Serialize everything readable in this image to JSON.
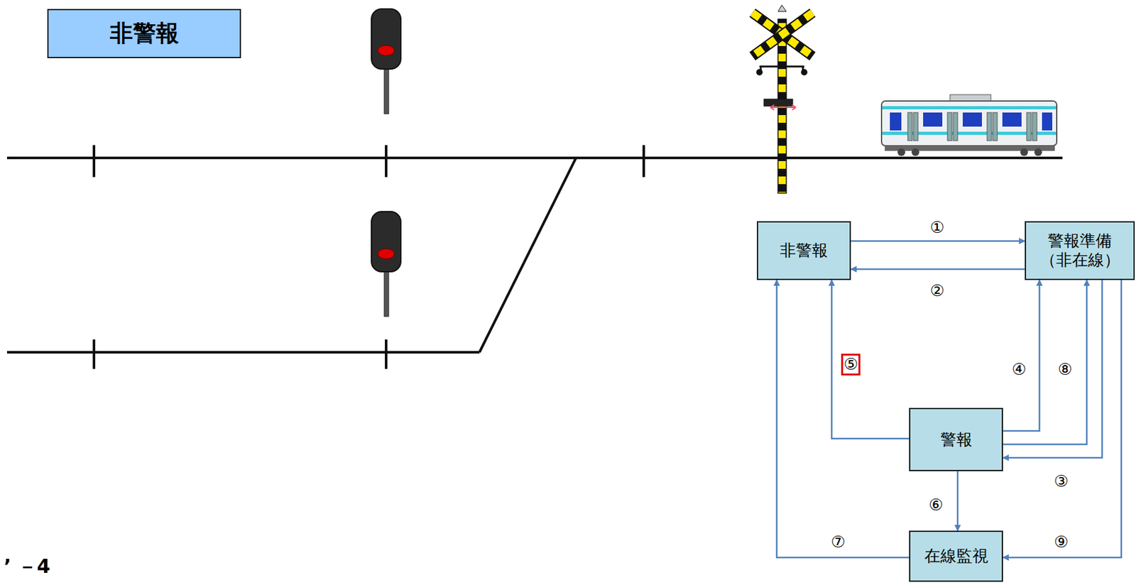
{
  "diagram": {
    "title": "非警報",
    "nodes": [
      {
        "text": [
          "非警報"
        ]
      },
      {
        "text": [
          "警報準備 （非在線）"
        ]
      },
      {
        "text": [
          "警報"
        ]
      },
      {
        "text": [
          "在線監視"
        ]
      }
    ],
    "edges": [
      {
        "from": 0,
        "to": 1,
        "arrow": "to",
        "label": "①"
      },
      {
        "from": 1,
        "to": 0,
        "arrow": "to",
        "label": "②"
      },
      {
        "from": 1,
        "to": 2,
        "arrow": "to",
        "label": "③"
      },
      {
        "from": 2,
        "to": 1,
        "arrow": "to",
        "label": "④"
      },
      {
        "from": 2,
        "to": 0,
        "arrow": "to",
        "label": "⑤"
      },
      {
        "from": 2,
        "to": 3,
        "arrow": "to",
        "label": "⑥"
      },
      {
        "from": 3,
        "to": 0,
        "arrow": "to",
        "label": "⑦"
      },
      {
        "from": 2,
        "to": 1,
        "arrow": "to",
        "label": "⑧"
      },
      {
        "from": 1,
        "to": 3,
        "arrow": "to",
        "label": "⑨"
      }
    ],
    "labels": [
      "’ －4"
    ]
  }
}
